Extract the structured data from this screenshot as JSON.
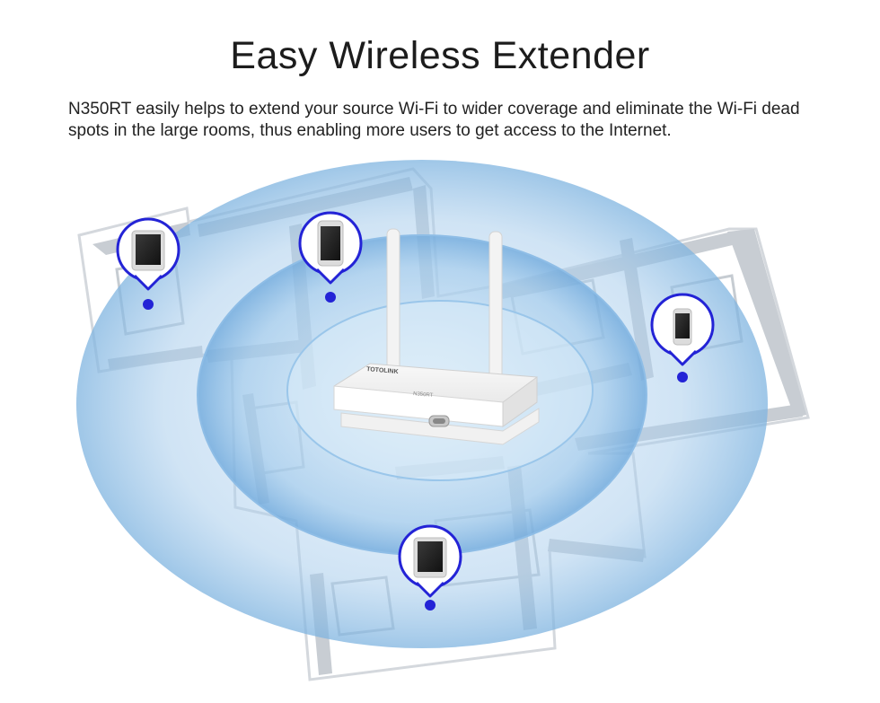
{
  "page": {
    "headline": "Easy Wireless Extender",
    "description": "N350RT easily helps to extend your source Wi-Fi to wider coverage and eliminate the Wi-Fi dead spots in the large rooms, thus enabling more users to get access to the Internet."
  },
  "illustration": {
    "router": {
      "brand_label": "TOTOLINK",
      "model_label": "N350RT"
    },
    "devices": [
      {
        "type": "tablet"
      },
      {
        "type": "smartphone"
      },
      {
        "type": "smartphone"
      },
      {
        "type": "tablet"
      }
    ],
    "colors": {
      "pin": "#2323d6",
      "coverage": "#9fc9ea",
      "wall": "#c7ccd2",
      "floor": "#ffffff"
    }
  }
}
